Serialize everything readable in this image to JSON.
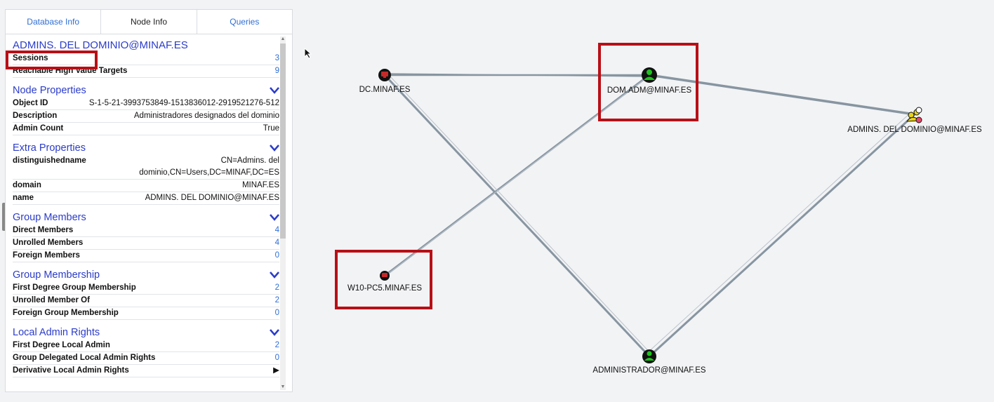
{
  "tabs": [
    {
      "label": "Database Info",
      "active": false
    },
    {
      "label": "Node Info",
      "active": true
    },
    {
      "label": "Queries",
      "active": false
    }
  ],
  "node": {
    "title": "ADMINS. DEL DOMINIO@MINAF.ES",
    "summary": [
      {
        "key": "Sessions",
        "value": "3"
      },
      {
        "key": "Reachable High Value Targets",
        "value": "9"
      }
    ]
  },
  "sections": {
    "node_properties": {
      "title": "Node Properties",
      "rows": [
        {
          "key": "Object ID",
          "value": "S-1-5-21-3993753849-1513836012-2919521276-512"
        },
        {
          "key": "Description",
          "value": "Administradores designados del dominio"
        },
        {
          "key": "Admin Count",
          "value": "True"
        }
      ]
    },
    "extra_properties": {
      "title": "Extra Properties",
      "rows": [
        {
          "key": "distinguishedname",
          "value": "CN=Admins. del dominio,CN=Users,DC=MINAF,DC=ES"
        },
        {
          "key": "domain",
          "value": "MINAF.ES"
        },
        {
          "key": "name",
          "value": "ADMINS. DEL DOMINIO@MINAF.ES"
        }
      ]
    },
    "group_members": {
      "title": "Group Members",
      "rows": [
        {
          "key": "Direct Members",
          "value": "4"
        },
        {
          "key": "Unrolled Members",
          "value": "4"
        },
        {
          "key": "Foreign Members",
          "value": "0"
        }
      ]
    },
    "group_membership": {
      "title": "Group Membership",
      "rows": [
        {
          "key": "First Degree Group Membership",
          "value": "2"
        },
        {
          "key": "Unrolled Member Of",
          "value": "2"
        },
        {
          "key": "Foreign Group Membership",
          "value": "0"
        }
      ]
    },
    "local_admin_rights": {
      "title": "Local Admin Rights",
      "rows": [
        {
          "key": "First Degree Local Admin",
          "value": "2"
        },
        {
          "key": "Group Delegated Local Admin Rights",
          "value": "0"
        },
        {
          "key": "Derivative Local Admin Rights",
          "value": "▶"
        }
      ]
    }
  },
  "graph": {
    "nodes": [
      {
        "id": "dc",
        "label": "DC.MINAF.ES",
        "kind": "computer"
      },
      {
        "id": "domadm",
        "label": "DOM.ADM@MINAF.ES",
        "kind": "user"
      },
      {
        "id": "admins",
        "label": "ADMINS. DEL DOMINIO@MINAF.ES",
        "kind": "group-highvalue"
      },
      {
        "id": "w10",
        "label": "W10-PC5.MINAF.ES",
        "kind": "computer"
      },
      {
        "id": "administrador",
        "label": "ADMINISTRADOR@MINAF.ES",
        "kind": "user"
      }
    ]
  },
  "colors": {
    "link": "#2f6fd6",
    "section_title": "#2b3cc9",
    "highlight": "#b80f16",
    "edge": "#8795a1",
    "user_node": "#1fc21f",
    "computer_node": "#c52a2a",
    "group_node": "#e8d21a"
  }
}
